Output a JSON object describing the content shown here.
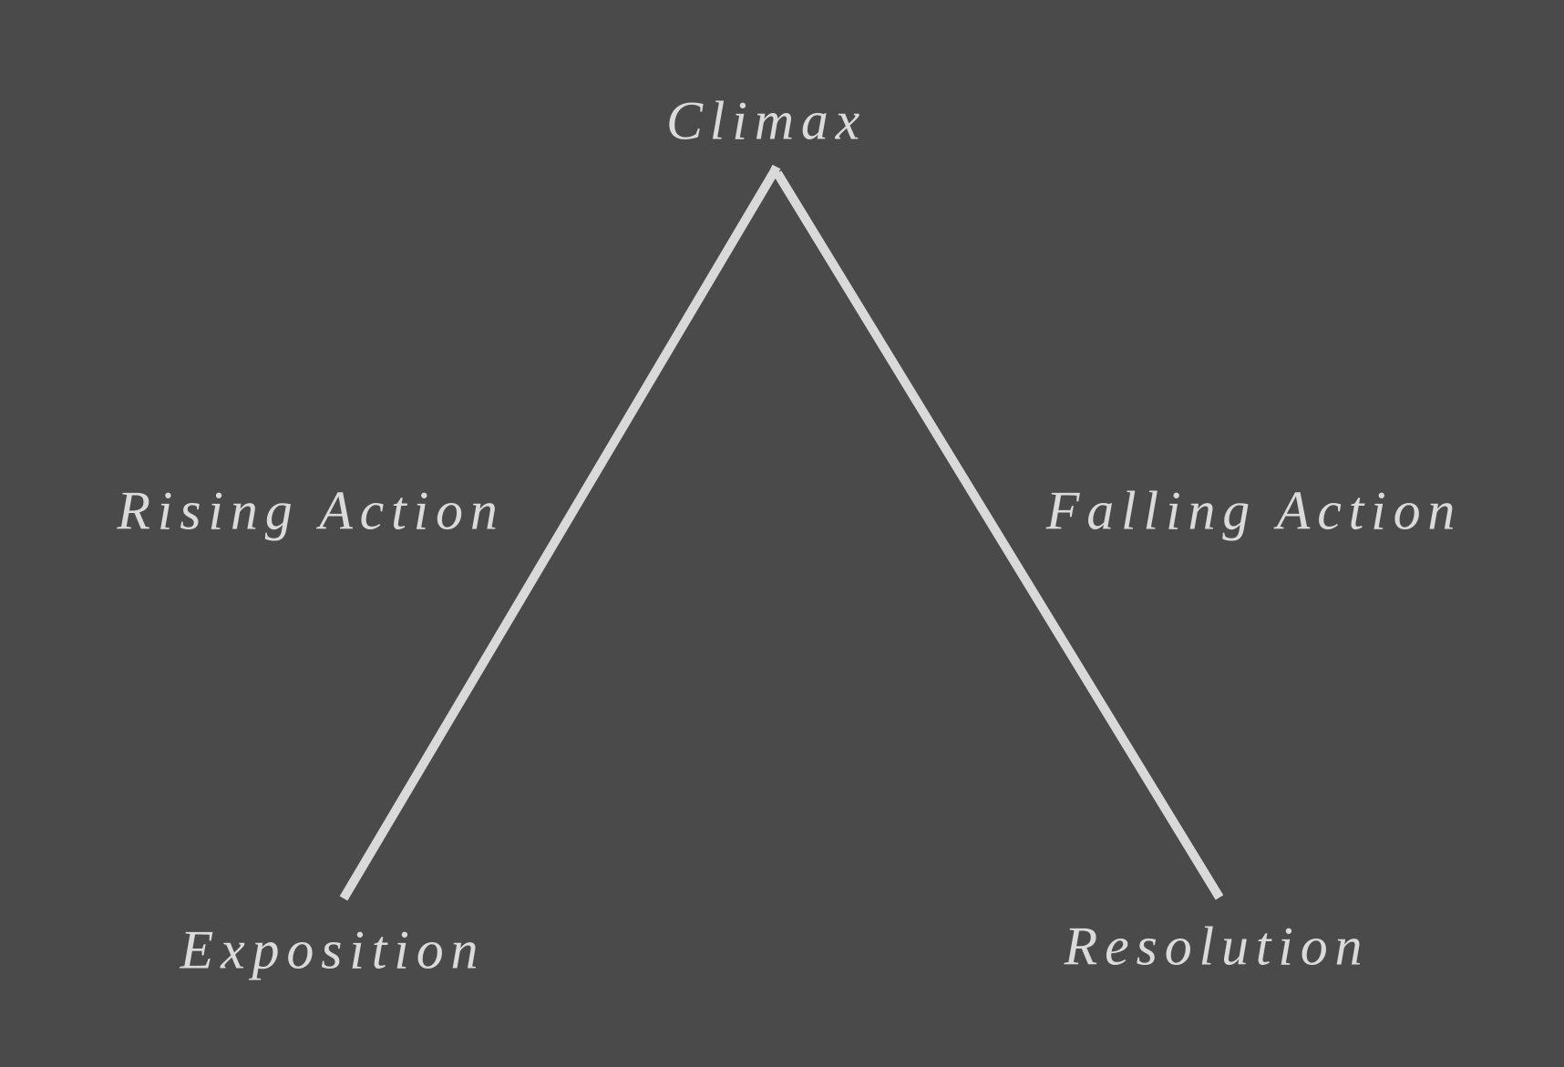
{
  "colors": {
    "background": "#4a4a4a",
    "stroke": "#d9d9d9",
    "text": "#dadada"
  },
  "diagram": {
    "labels": {
      "climax": "Climax",
      "rising_action": "Rising Action",
      "falling_action": "Falling Action",
      "exposition": "Exposition",
      "resolution": "Resolution"
    }
  }
}
